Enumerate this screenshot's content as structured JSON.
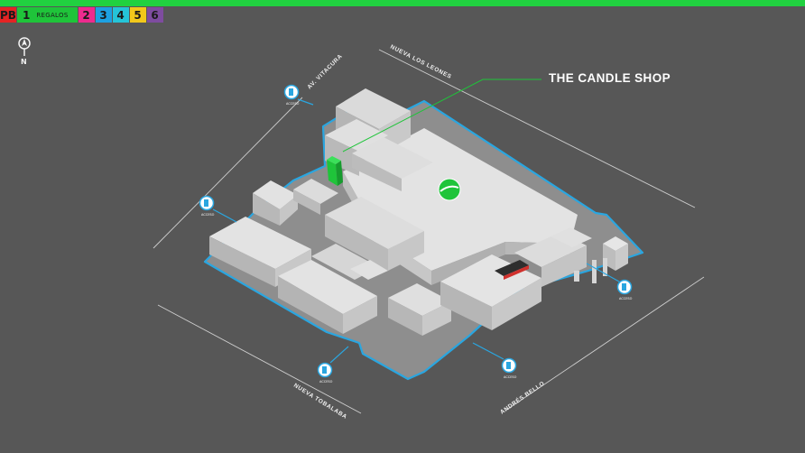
{
  "floors": [
    {
      "label": "PB",
      "color": "#e52424"
    },
    {
      "label": "1",
      "color": "#1fc43a",
      "category": "REGALOS"
    },
    {
      "label": "2",
      "color": "#ee2b8e"
    },
    {
      "label": "3",
      "color": "#1da1e2"
    },
    {
      "label": "4",
      "color": "#25c4d8"
    },
    {
      "label": "5",
      "color": "#f2c81b"
    },
    {
      "label": "6",
      "color": "#7e4c9f"
    }
  ],
  "compass": {
    "label": "N"
  },
  "streets": {
    "north": "NUEVA LOS LEONES",
    "west": "AV. VITACURA",
    "south": "NUEVA TOBALABA",
    "east": "ANDRÉS BELLO"
  },
  "shop": {
    "name": "THE CANDLE SHOP",
    "highlight_color": "#1fc43a"
  },
  "entrance_label": "ACCESO",
  "entrances": [
    {
      "id": "west-top"
    },
    {
      "id": "west"
    },
    {
      "id": "south"
    },
    {
      "id": "south-east"
    },
    {
      "id": "east"
    }
  ],
  "colors": {
    "background": "#575757",
    "outline": "#2aa6e0",
    "building": "#d9d9d9",
    "top_bar": "#21d140"
  }
}
